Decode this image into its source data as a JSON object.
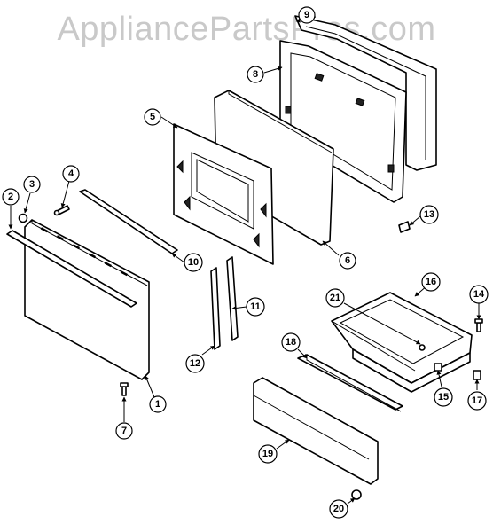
{
  "watermark": "AppliancePartsPros.com",
  "callouts": [
    "1",
    "2",
    "3",
    "4",
    "5",
    "6",
    "7",
    "8",
    "9",
    "10",
    "11",
    "12",
    "13",
    "14",
    "15",
    "16",
    "17",
    "18",
    "19",
    "20",
    "21"
  ]
}
